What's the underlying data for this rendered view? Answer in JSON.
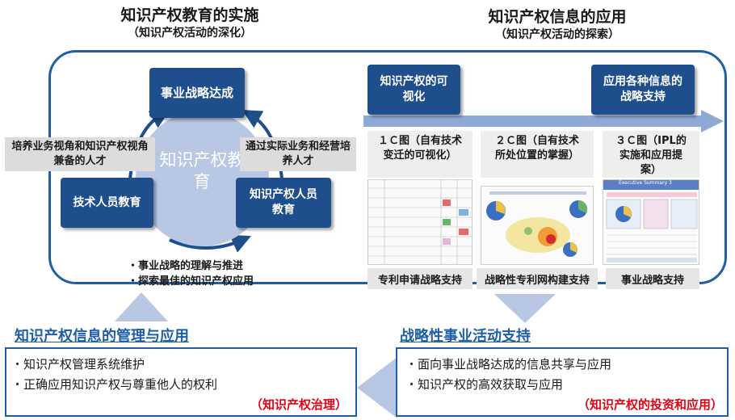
{
  "left_header": {
    "title": "知识产权教育的实施",
    "subtitle": "（知识产权活动的深化）"
  },
  "right_header": {
    "title": "知识产权信息的应用",
    "subtitle": "（知识产权活动的探索）"
  },
  "cycle": {
    "top_box": "事业战略达成",
    "left_box": "技术人员教育",
    "right_box": "知识产权人员教育",
    "center": "知识产权教育",
    "left_label": "培养业务视角和知识产权视角兼备的人才",
    "right_label": "通过实际业务和经营培养人才",
    "notes": [
      "・事业战略的理解与推进",
      "・探索最佳的知识产权应用"
    ]
  },
  "flow": {
    "start_box": "知识产权的可视化",
    "end_box": "应用各种信息的战略支持",
    "columns": [
      {
        "caption": "１Ｃ图（自有技术变迁的可视化）",
        "label": "专利申请战略支持"
      },
      {
        "caption": "２Ｃ图（自有技术所处位置的掌握）",
        "label": "战略性专利网构建支持"
      },
      {
        "caption": "３Ｃ图（IPL的实施和应用提案）",
        "label": "事业战略支持"
      }
    ],
    "thumb3_header": "Executive Summary 3"
  },
  "left_panel": {
    "title": "知识产权信息的管理与应用",
    "bullets": [
      "・知识产权管理系统维护",
      "・正确应用知识产权与尊重他人的权利"
    ],
    "tag": "（知识产权治理）"
  },
  "right_panel": {
    "title": "战略性事业活动支持",
    "bullets": [
      "・面向事业战略达成的信息共享与应用",
      "・知识产权的高效获取与应用"
    ],
    "tag": "（知识产权的投资和应用）"
  },
  "colors": {
    "navy": "#1f4e8c",
    "frame": "#1f5fa8",
    "light_blue": "#b8c7e3",
    "red": "#e60012"
  }
}
